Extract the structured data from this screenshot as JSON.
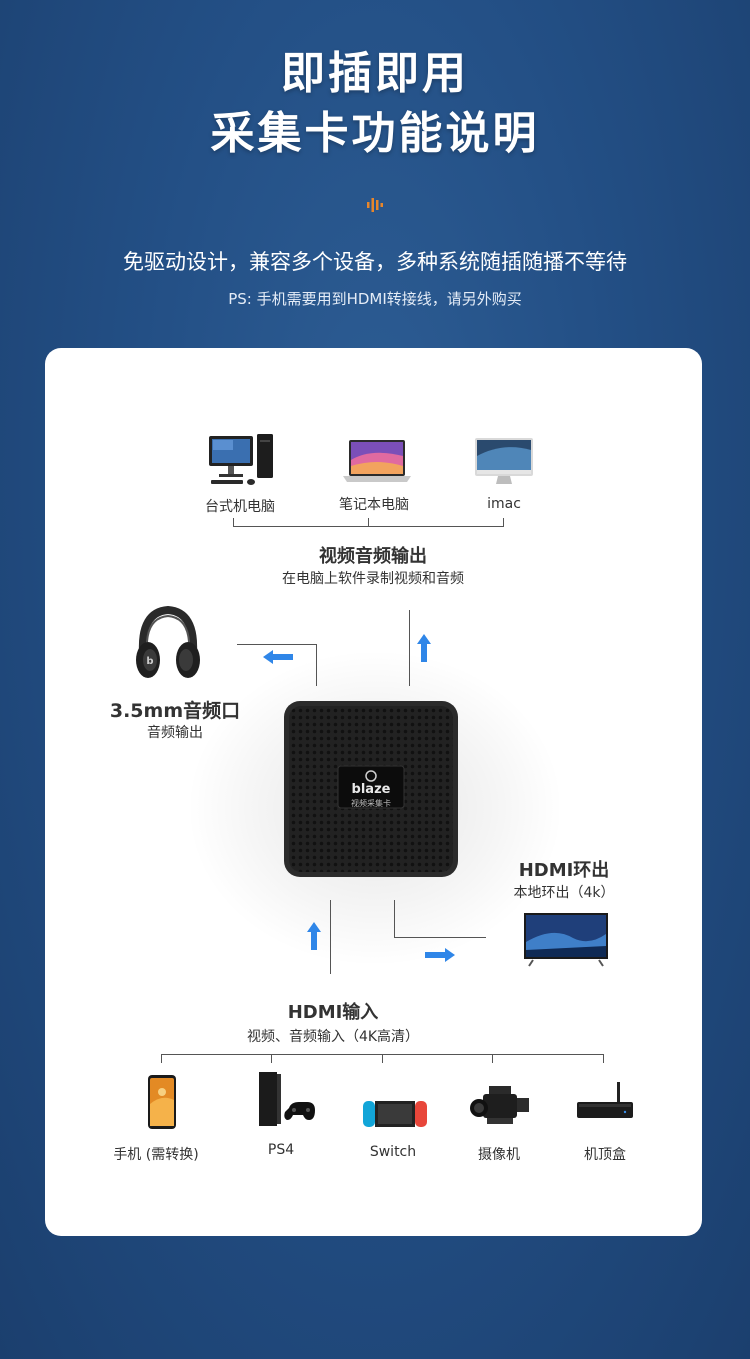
{
  "header": {
    "title_line1": "即插即用",
    "title_line2": "采集卡功能说明",
    "subtitle": "免驱动设计，兼容多个设备，多种系统随插随播不等待",
    "note": "PS: 手机需要用到HDMI转接线，请另外购买",
    "accent_color": "#e8862a"
  },
  "top_devices": [
    {
      "label": "台式机电脑",
      "icon": "desktop-pc-icon"
    },
    {
      "label": "笔记本电脑",
      "icon": "laptop-icon"
    },
    {
      "label": "imac",
      "icon": "imac-icon"
    }
  ],
  "video_out": {
    "title": "视频音频输出",
    "desc": "在电脑上软件录制视频和音频"
  },
  "audio_out": {
    "title": "3.5mm音频口",
    "desc": "音频输出",
    "icon": "headphones-icon"
  },
  "device": {
    "brand": "blaze",
    "sublabel": "视频采集卡",
    "icon": "capture-card-icon"
  },
  "hdmi_out": {
    "title": "HDMI环出",
    "desc": "本地环出（4k）",
    "icon": "tv-icon"
  },
  "hdmi_in": {
    "title": "HDMI输入",
    "desc": "视频、音频输入（4K高清）"
  },
  "bottom_devices": [
    {
      "label": "手机 (需转换)",
      "icon": "phone-icon"
    },
    {
      "label": "PS4",
      "icon": "ps4-icon"
    },
    {
      "label": "Switch",
      "icon": "switch-icon"
    },
    {
      "label": "摄像机",
      "icon": "camcorder-icon"
    },
    {
      "label": "机顶盒",
      "icon": "settop-box-icon"
    }
  ],
  "arrow_color": "#2f86e8"
}
